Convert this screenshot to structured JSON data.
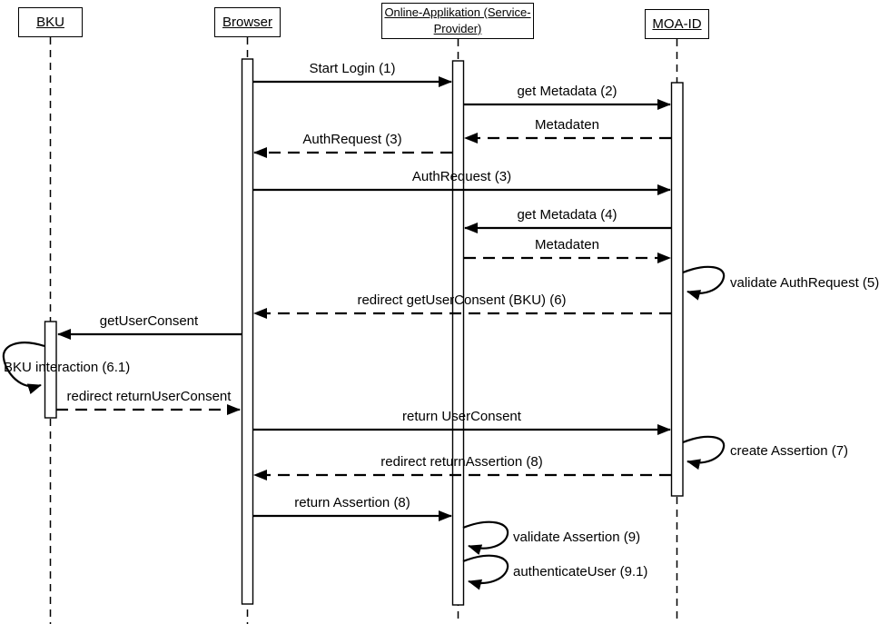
{
  "diagram": {
    "type": "uml-sequence-diagram",
    "colors": {
      "line": "#000000",
      "background": "#ffffff"
    },
    "actors": [
      {
        "id": "bku",
        "label": "BKU"
      },
      {
        "id": "browser",
        "label": "Browser"
      },
      {
        "id": "online_app",
        "label": "Online-Applikation (Service-Provider)",
        "label_line1": "Online-Applikation (Service-",
        "label_line2": "Provider)"
      },
      {
        "id": "moa_id",
        "label": "MOA-ID"
      }
    ],
    "messages": [
      {
        "label": "Start Login (1)",
        "from": "Browser",
        "to": "Online-Applikation (Service-Provider)",
        "line": "solid"
      },
      {
        "label": "get Metadata (2)",
        "from": "Online-Applikation (Service-Provider)",
        "to": "MOA-ID",
        "line": "solid"
      },
      {
        "label": "Metadaten",
        "from": "MOA-ID",
        "to": "Online-Applikation (Service-Provider)",
        "line": "dashed"
      },
      {
        "label": "AuthRequest (3)",
        "from": "Online-Applikation (Service-Provider)",
        "to": "Browser",
        "line": "dashed"
      },
      {
        "label": "AuthRequest (3)",
        "from": "Browser",
        "to": "MOA-ID",
        "line": "solid"
      },
      {
        "label": "get Metadata (4)",
        "from": "MOA-ID",
        "to": "Online-Applikation (Service-Provider)",
        "line": "solid"
      },
      {
        "label": "Metadaten",
        "from": "Online-Applikation (Service-Provider)",
        "to": "MOA-ID",
        "line": "dashed"
      },
      {
        "label": "validate AuthRequest (5)",
        "from": "MOA-ID",
        "to": "MOA-ID",
        "line": "self"
      },
      {
        "label": "redirect getUserConsent (BKU) (6)",
        "from": "MOA-ID",
        "to": "Browser",
        "line": "dashed"
      },
      {
        "label": "getUserConsent",
        "from": "Browser",
        "to": "BKU",
        "line": "solid"
      },
      {
        "label": "BKU interaction (6.1)",
        "from": "BKU",
        "to": "BKU",
        "line": "self"
      },
      {
        "label": "redirect returnUserConsent",
        "from": "BKU",
        "to": "Browser",
        "line": "dashed"
      },
      {
        "label": "return UserConsent",
        "from": "Browser",
        "to": "MOA-ID",
        "line": "solid"
      },
      {
        "label": "create Assertion (7)",
        "from": "MOA-ID",
        "to": "MOA-ID",
        "line": "self"
      },
      {
        "label": "redirect returnAssertion (8)",
        "from": "MOA-ID",
        "to": "Browser",
        "line": "dashed"
      },
      {
        "label": "return Assertion (8)",
        "from": "Browser",
        "to": "Online-Applikation (Service-Provider)",
        "line": "solid"
      },
      {
        "label": "validate Assertion (9)",
        "from": "Online-Applikation (Service-Provider)",
        "to": "Online-Applikation (Service-Provider)",
        "line": "self"
      },
      {
        "label": "authenticateUser (9.1)",
        "from": "Online-Applikation (Service-Provider)",
        "to": "Online-Applikation (Service-Provider)",
        "line": "self"
      }
    ]
  }
}
